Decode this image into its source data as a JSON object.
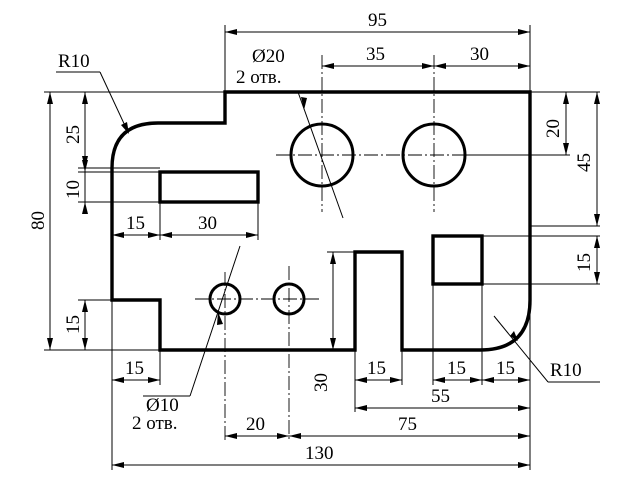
{
  "dimensions": {
    "top_overall": "95",
    "hole_spacing": "35",
    "hole_to_edge": "30",
    "left_overall": "80",
    "top_step": "25",
    "slot_height": "10",
    "slot_left": "15",
    "slot_width": "30",
    "left_low": "15",
    "right_top": "20",
    "right_hole_drop": "45",
    "square_height": "15",
    "bottom_left_notch": "15",
    "small_hole_spacing": "20",
    "small_to_right": "75",
    "bottom_overall": "130",
    "slot_depth": "30",
    "slot_opening": "15",
    "square_width": "15",
    "square_to_edge": "15",
    "square_offset": "55"
  },
  "callouts": {
    "radius_top_left": "R10",
    "radius_bottom_right": "R10",
    "large_hole_dia": "Ø20",
    "large_hole_qty": "2 отв.",
    "small_hole_dia": "Ø10",
    "small_hole_qty": "2 отв."
  }
}
